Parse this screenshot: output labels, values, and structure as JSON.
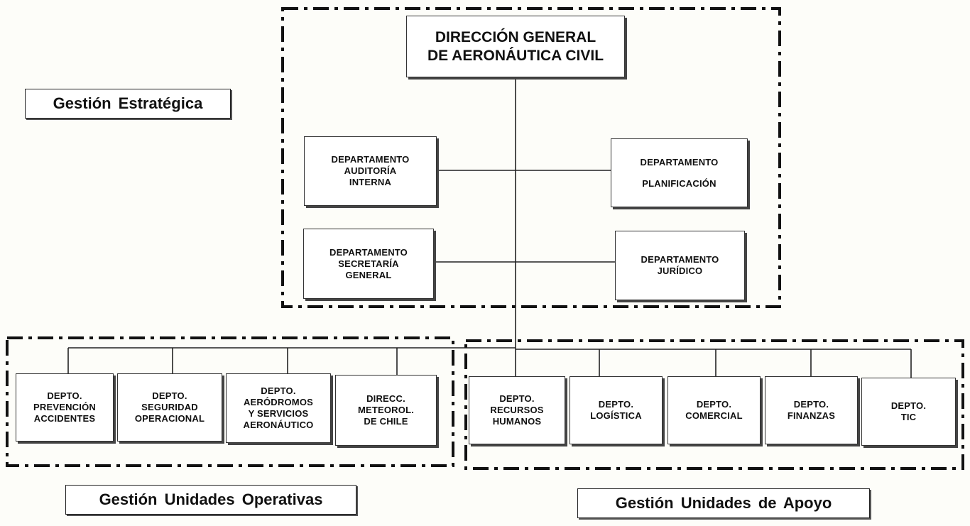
{
  "colors": {
    "background": "#fdfdf9",
    "box_fill": "#ffffff",
    "line": "#222222"
  },
  "director": {
    "line1": "DIRECCIÓN GENERAL",
    "line2": "DE AERONÁUTICA CIVIL"
  },
  "strategic": {
    "label": "Gestión Estratégica",
    "auditoria": [
      "DEPARTAMENTO",
      "AUDITORÍA",
      "INTERNA"
    ],
    "planificacion": [
      "DEPARTAMENTO",
      "PLANIFICACIÓN"
    ],
    "secretaria": [
      "DEPARTAMENTO",
      "SECRETARÍA",
      "GENERAL"
    ],
    "juridico": [
      "DEPARTAMENTO",
      "JURÍDICO"
    ]
  },
  "operativas": {
    "label": "Gestión Unidades Operativas",
    "units": [
      [
        "DEPTO.",
        "PREVENCIÓN",
        "ACCIDENTES"
      ],
      [
        "DEPTO.",
        "SEGURIDAD",
        "OPERACIONAL"
      ],
      [
        "DEPTO.",
        "AERÓDROMOS",
        "Y SERVICIOS",
        "AERONÁUTICO"
      ],
      [
        "DIRECC.",
        "METEOROL.",
        "DE CHILE"
      ]
    ]
  },
  "apoyo": {
    "label": "Gestión Unidades de Apoyo",
    "units": [
      [
        "DEPTO.",
        "RECURSOS",
        "HUMANOS"
      ],
      [
        "DEPTO.",
        "LOGÍSTICA"
      ],
      [
        "DEPTO.",
        "COMERCIAL"
      ],
      [
        "DEPTO.",
        "FINANZAS"
      ],
      [
        "DEPTO.",
        "TIC"
      ]
    ]
  }
}
